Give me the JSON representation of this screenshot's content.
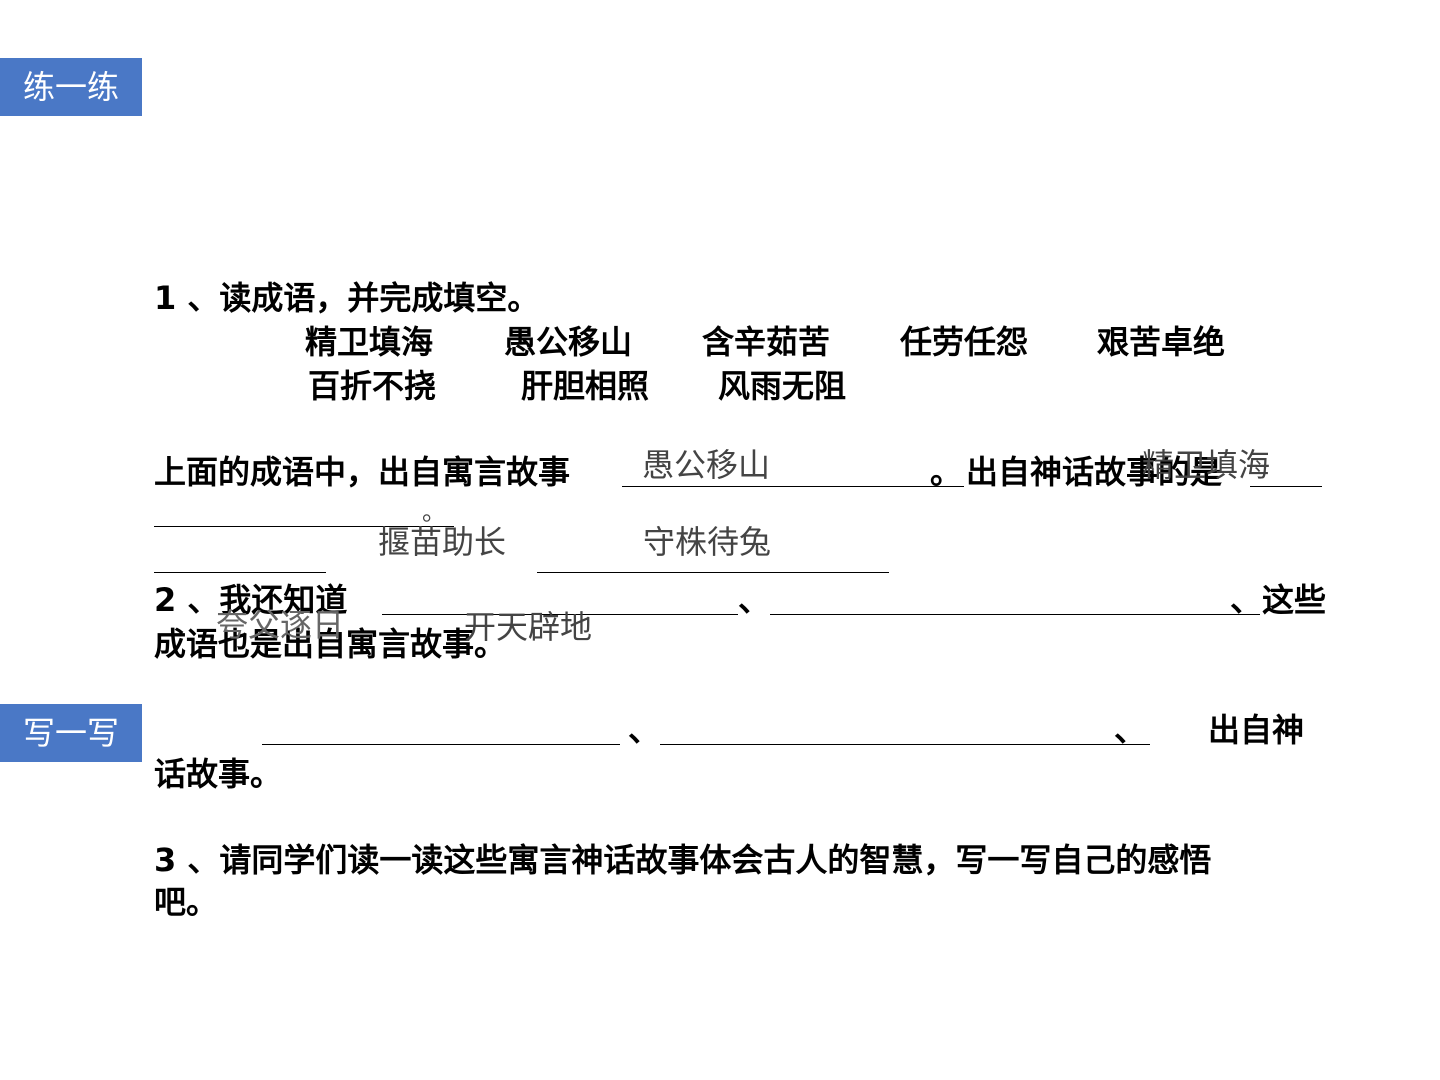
{
  "colors": {
    "tag_bg": "#4a78c6",
    "answer_text": "#444444"
  },
  "tags": {
    "practice": "练一练",
    "write": "写一写"
  },
  "q1": {
    "prompt": "1 、读成语，并完成填空。",
    "idioms_row1": [
      "精卫填海",
      "愚公移山",
      "含辛茹苦",
      "任劳任怨",
      "艰苦卓绝"
    ],
    "idioms_row2": [
      "百折不挠",
      "肝胆相照",
      "风雨无阻"
    ],
    "fill_part1": "上面的成语中，出自寓言故事",
    "fill_sep": "。",
    "fill_part2": "出自神话故事的是",
    "answer_fable": "愚公移山",
    "answer_myth": "精卫填海",
    "answer_dot": "。"
  },
  "q2": {
    "prompt": "2 、我还知道",
    "comma": "、",
    "tail1": "、这些",
    "line2": "成语也是出自寓言故事。",
    "answer_fable_1": "揠苗助长",
    "answer_fable_2": "守株待兔",
    "answer_myth_1": "夸父逐日",
    "answer_myth_2": "开天辟地",
    "myth_comma1": "、",
    "myth_comma2": "、",
    "myth_tail": "出自神",
    "myth_line2": "话故事。"
  },
  "q3": {
    "line1": "3 、请同学们读一读这些寓言神话故事体会古人的智慧，写一写自己的感悟",
    "line2": "吧。"
  }
}
